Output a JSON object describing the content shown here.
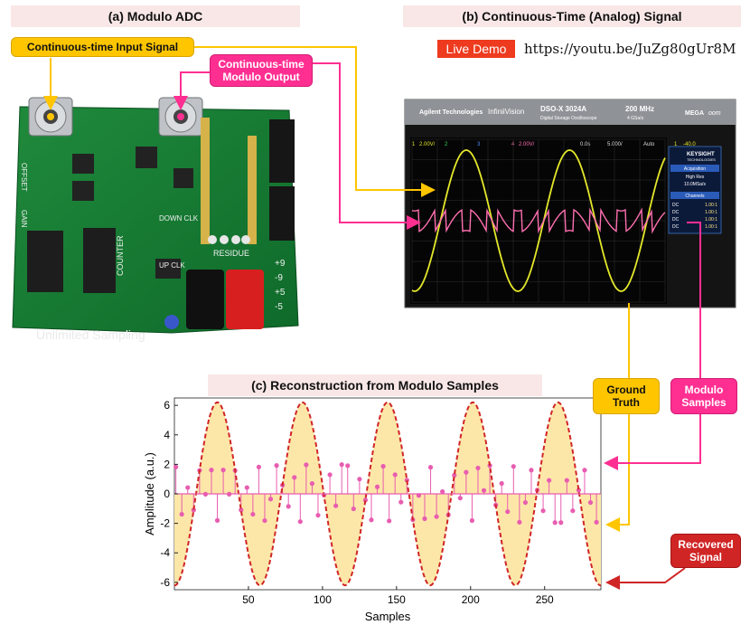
{
  "panels": {
    "a_title": "(a) Modulo ADC",
    "b_title": "(b) Continuous-Time (Analog) Signal",
    "c_title": "(c) Reconstruction from Modulo Samples"
  },
  "callouts": {
    "input_signal": "Continuous-time Input Signal",
    "modulo_output_line1": "Continuous-time",
    "modulo_output_line2": "Modulo Output",
    "ground_truth_line1": "Ground",
    "ground_truth_line2": "Truth",
    "modulo_samples_line1": "Modulo",
    "modulo_samples_line2": "Samples",
    "recovered_line1": "Recovered",
    "recovered_line2": "Signal"
  },
  "demo": {
    "label": "Live Demo",
    "url": "https://youtu.be/JuZg80gUr8M"
  },
  "board": {
    "label": "Unlimited Sampling",
    "residue": "RESIDUE",
    "counter": "COUNTER",
    "down_clk": "DOWN CLK",
    "up_clk": "UP CLK",
    "gain": "GAIN",
    "offset": "OFFSET",
    "rails": [
      "+9",
      "-9",
      "+5",
      "-5"
    ]
  },
  "scope": {
    "brand": "Agilent Technologies",
    "series": "InfiniiVision",
    "model": "DSO-X 3024A",
    "subtitle": "Digital Storage Oscilloscope",
    "bandwidth": "200 MHz",
    "sample_rate": "4 GSa/s",
    "megazoom": "MEGA",
    "zoom": "oom",
    "status": [
      "1",
      "2.00V/",
      "2",
      "3",
      "4",
      "2.00V/",
      "0.0s",
      "5.000/",
      "Auto",
      "1",
      "-40.0"
    ],
    "side": {
      "keysight": "KEYSIGHT",
      "keysight_sub": "TECHNOLOGIES",
      "acq_title": "Acquisition",
      "acq_mode": "High Res",
      "acq_rate": "10.0MSa/s",
      "ch_title": "Channels",
      "channels": [
        {
          "coupling": "DC",
          "ratio": "1.00:1"
        },
        {
          "coupling": "DC",
          "ratio": "1.00:1"
        },
        {
          "coupling": "DC",
          "ratio": "1.00:1"
        },
        {
          "coupling": "DC",
          "ratio": "1.00:1"
        }
      ]
    }
  },
  "colors": {
    "input": "#ffc600",
    "modulo": "#ff2f92",
    "recovered": "#d02525",
    "scope_yellow": "#e4e82a",
    "scope_pink": "#ff6fb1",
    "sample": "#e85db0",
    "fill": "#fde7a8"
  },
  "chart_data": {
    "type": "line",
    "title": "(c) Reconstruction from Modulo Samples",
    "xlabel": "Samples",
    "ylabel": "Amplitude (a.u.)",
    "xlim": [
      0,
      288
    ],
    "ylim": [
      -6.5,
      6.5
    ],
    "xticks": [
      50,
      100,
      150,
      200,
      250
    ],
    "yticks": [
      6,
      4,
      2,
      0,
      -2,
      -4,
      -6
    ],
    "modulo_threshold": 2,
    "series": [
      {
        "name": "Ground Truth",
        "amplitude": 6.2,
        "period": 57.5,
        "peak_at": 29,
        "style": "filled-area"
      },
      {
        "name": "Recovered Signal",
        "amplitude": 6.2,
        "period": 57.5,
        "peak_at": 29,
        "style": "dashed-line"
      },
      {
        "name": "Modulo Samples",
        "sample_step": 4,
        "style": "stem"
      }
    ]
  }
}
